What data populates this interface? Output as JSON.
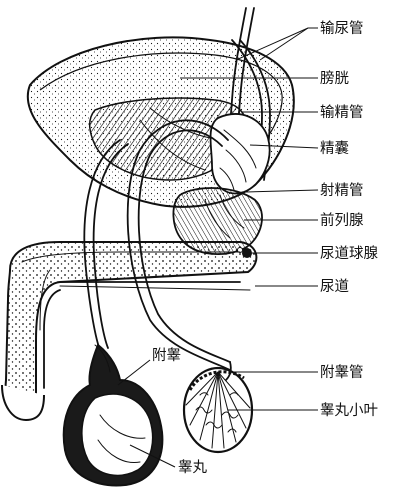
{
  "figure": {
    "labels": {
      "ureter": "输尿管",
      "bladder": "膀胱",
      "vas_deferens": "输精管",
      "seminal_vesicle": "精囊",
      "ejaculatory_duct": "射精管",
      "prostate": "前列腺",
      "bulbourethral_gland": "尿道球腺",
      "urethra": "尿道",
      "epididymal_duct": "附睾管",
      "testis_lobule": "睾丸小叶",
      "epididymis": "附睾",
      "testis": "睾丸"
    },
    "colors": {
      "ink": "#111111",
      "paper": "#ffffff",
      "shade": "#1a1a1a"
    }
  }
}
